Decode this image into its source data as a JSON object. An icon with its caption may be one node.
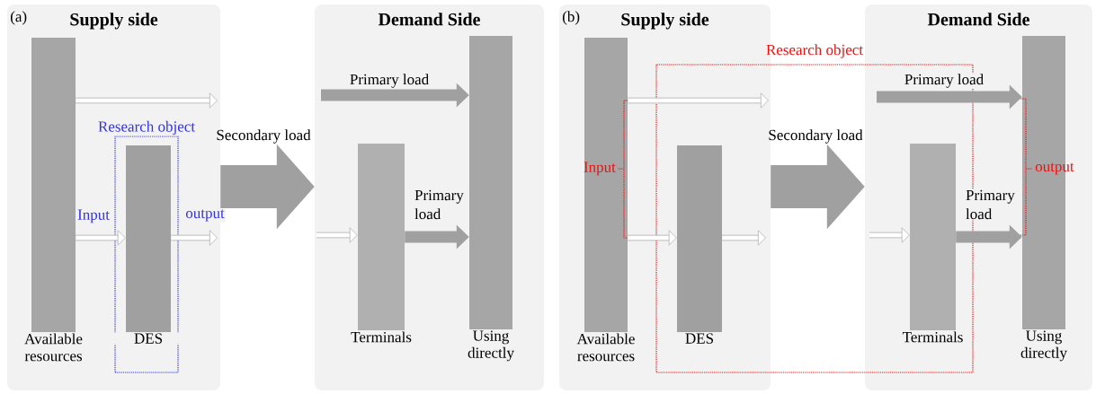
{
  "diagram": {
    "nodes": [
      {
        "text": [
          "Supply side"
        ]
      },
      {
        "text": [
          "Demand Side"
        ]
      },
      {
        "text": [
          "Available resources"
        ],
        "in": 0
      },
      {
        "text": [
          "Research object"
        ],
        "in": 0
      },
      {
        "text": [
          "DES"
        ],
        "in": 3
      },
      {
        "text": [
          "Terminals"
        ],
        "in": 1
      },
      {
        "text": [
          "Using directly"
        ],
        "in": 1
      },
      {
        "text": [
          "Supply side"
        ]
      },
      {
        "text": [
          "Demand Side"
        ]
      },
      {
        "text": [
          "Available resources"
        ],
        "in": 7
      },
      {
        "text": [
          "DES"
        ],
        "in": 7
      },
      {
        "text": [
          "Terminals"
        ],
        "in": 8
      },
      {
        "text": [
          "Using directly"
        ],
        "in": 8
      }
    ],
    "edges": [
      {
        "from": 2,
        "to": null,
        "arrow": "to"
      },
      {
        "from": 2,
        "to": 4,
        "arrow": "to",
        "label": "Input"
      },
      {
        "from": 4,
        "to": null,
        "arrow": "to",
        "label": "output"
      },
      {
        "from": 0,
        "to": 1,
        "arrow": "to",
        "label": "Secondary load",
        "style": "thick"
      },
      {
        "from": null,
        "to": 6,
        "arrow": "to",
        "label": "Primary load",
        "style": "thick"
      },
      {
        "from": null,
        "to": 5,
        "arrow": "to"
      },
      {
        "from": 5,
        "to": 6,
        "arrow": "to",
        "label": "Primary load",
        "style": "thick"
      },
      {
        "from": 9,
        "to": null,
        "arrow": "to"
      },
      {
        "from": 9,
        "to": 10,
        "arrow": "to"
      },
      {
        "from": 10,
        "to": null,
        "arrow": "to"
      },
      {
        "from": 7,
        "to": 8,
        "arrow": "to",
        "label": "Secondary load",
        "style": "thick"
      },
      {
        "from": null,
        "to": 12,
        "arrow": "to",
        "label": "Primary load",
        "style": "thick"
      },
      {
        "from": null,
        "to": 11,
        "arrow": "to"
      },
      {
        "from": 11,
        "to": 12,
        "arrow": "to",
        "label": "Primary load",
        "style": "thick"
      }
    ],
    "labels": [
      "(a)",
      "(b)",
      "Research object",
      "Input",
      "output"
    ]
  }
}
